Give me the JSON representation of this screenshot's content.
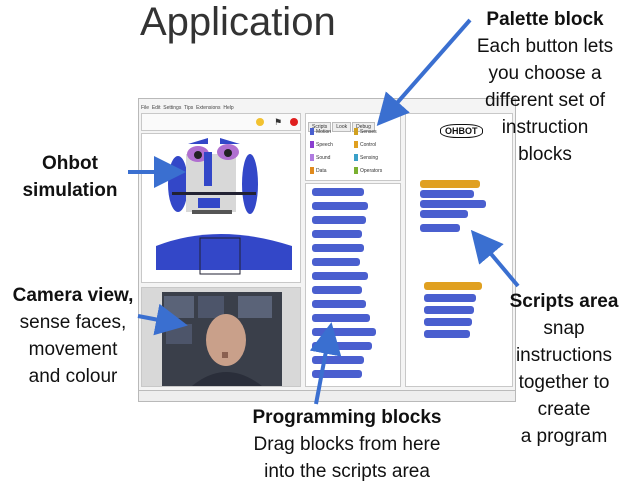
{
  "title": "Application",
  "callouts": {
    "palette": {
      "heading": "Palette block",
      "lines": [
        "Each button lets",
        "you choose a",
        "different set of",
        "instruction",
        "blocks"
      ]
    },
    "ohbot": {
      "heading": "Ohbot",
      "lines": [
        "simulation"
      ]
    },
    "camera": {
      "heading": "Camera view,",
      "lines": [
        "sense faces,",
        "movement",
        "and colour"
      ]
    },
    "scripts": {
      "heading": "Scripts area",
      "lines": [
        "snap",
        "instructions",
        "together to",
        "create",
        "a program"
      ]
    },
    "blocks": {
      "heading": "Programming blocks",
      "lines": [
        "Drag blocks from here",
        "into the scripts area"
      ]
    }
  },
  "app": {
    "menu": [
      "File",
      "Edit",
      "Settings",
      "Tips",
      "Extensions",
      "Help"
    ],
    "tabs": [
      "Scripts",
      "Look",
      "Debug"
    ],
    "categories": [
      {
        "label": "Motion",
        "color": "#4a5fcf"
      },
      {
        "label": "Speech",
        "color": "#8a3fd0"
      },
      {
        "label": "Sound",
        "color": "#b07be0"
      },
      {
        "label": "Data",
        "color": "#e08a1e"
      },
      {
        "label": "Senses",
        "color": "#d0a020"
      },
      {
        "label": "Control",
        "color": "#e0a020"
      },
      {
        "label": "Sensing",
        "color": "#3aa0c8"
      },
      {
        "label": "Operators",
        "color": "#7ab030"
      }
    ],
    "logo": "OHBOT",
    "colors": {
      "block": "#4a5fcf",
      "event": "#e0a020",
      "face": "#3347c8",
      "eye": "#b06fd0"
    }
  }
}
